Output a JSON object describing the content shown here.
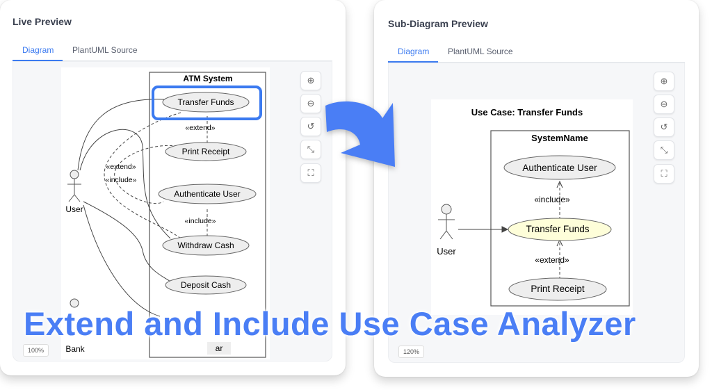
{
  "left": {
    "title": "Live Preview",
    "tabs": [
      "Diagram",
      "PlantUML Source"
    ],
    "zoom": "100%",
    "diagram": {
      "system": "ATM System",
      "actors": [
        "User",
        "Bank"
      ],
      "use_cases": [
        "Transfer Funds",
        "Print Receipt",
        "Authenticate User",
        "Withdraw Cash",
        "Deposit Cash",
        "ar"
      ],
      "labels": [
        "«extend»",
        "«extend»",
        "«include»",
        "«include»"
      ]
    }
  },
  "right": {
    "title": "Sub-Diagram Preview",
    "tabs": [
      "Diagram",
      "PlantUML Source"
    ],
    "zoom": "120%",
    "diagram": {
      "title": "Use Case: Transfer Funds",
      "system": "SystemName",
      "actor": "User",
      "use_cases": [
        "Authenticate User",
        "Transfer Funds",
        "Print Receipt"
      ],
      "labels": [
        "«include»",
        "«extend»"
      ]
    }
  },
  "toolbar_icons": [
    "zoom-in-icon",
    "zoom-out-icon",
    "reset-icon",
    "fit-icon",
    "fullscreen-icon"
  ],
  "banner": "Extend and Include Use Case Analyzer",
  "colors": {
    "accent": "#3b7af0",
    "banner": "#4a7ef5",
    "highlight": "#fefed9"
  }
}
